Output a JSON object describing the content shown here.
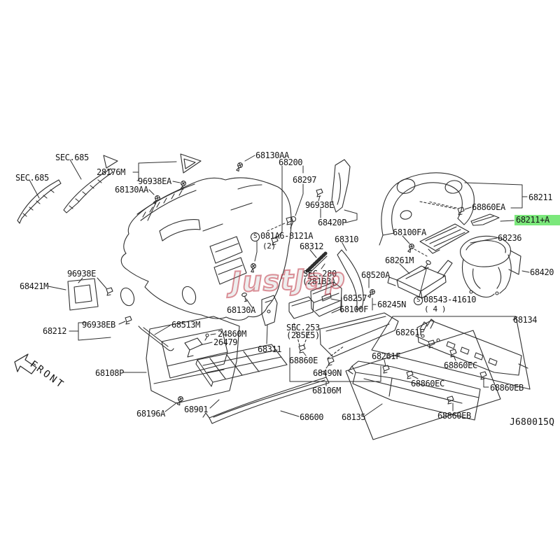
{
  "diagram": {
    "code": "J680015Q",
    "front_label": "FRONT",
    "watermark": "JustJap",
    "highlighted_part": "68211+A",
    "highlight_color": "#7ce87c",
    "line_color": "#2e2e2e"
  },
  "fasteners": {
    "f1": {
      "symbol": "S",
      "number": "081A6-8121A",
      "qty": "(2)"
    },
    "f2": {
      "symbol": "S",
      "number": "08543-41610",
      "qty": "( 4 )"
    }
  },
  "labels": {
    "sec685_a": "SEC.685",
    "sec685_b": "SEC.685",
    "p28176M": "28176M",
    "p96938EA": "96938EA",
    "p68130AA_a": "68130AA",
    "p68130AA_b": "68130AA",
    "p68200": "68200",
    "p68297": "68297",
    "p96938E_a": "96938E",
    "p68420P": "68420P",
    "p68312": "68312",
    "p68310": "68310",
    "sec280": "SEC.280",
    "sec280_sub": "(281B3)",
    "p68211": "68211",
    "p68860EA": "68860EA",
    "p68211A": "68211+A",
    "p68236": "68236",
    "p68100FA": "68100FA",
    "p68261M": "68261M",
    "p68520A": "68520A",
    "p68420": "68420",
    "p68245N": "68245N",
    "p68257": "68257",
    "p68100F": "68100F",
    "p96938E_b": "96938E",
    "p68421M": "68421M",
    "p96938EB": "96938EB",
    "p68212": "68212",
    "p68513M": "68513M",
    "p24860M": "24860M",
    "p26479": "26479",
    "p68130A": "68130A",
    "p68311": "68311",
    "sec253": "SEC.253",
    "sec253_sub": "(285E5)",
    "p68860E": "68860E",
    "p68490N": "68490N",
    "p68106M": "68106M",
    "p68108P": "68108P",
    "p68196A": "68196A",
    "p68901": "68901",
    "p68600": "68600",
    "p68135": "68135",
    "p68134": "68134",
    "p68261F_a": "68261F",
    "p68860EC_a": "68860EC",
    "p68860EB_a": "68860EB",
    "p68261F_b": "68261F",
    "p68860EC_b": "68860EC",
    "p68860EB_b": "68860EB"
  }
}
